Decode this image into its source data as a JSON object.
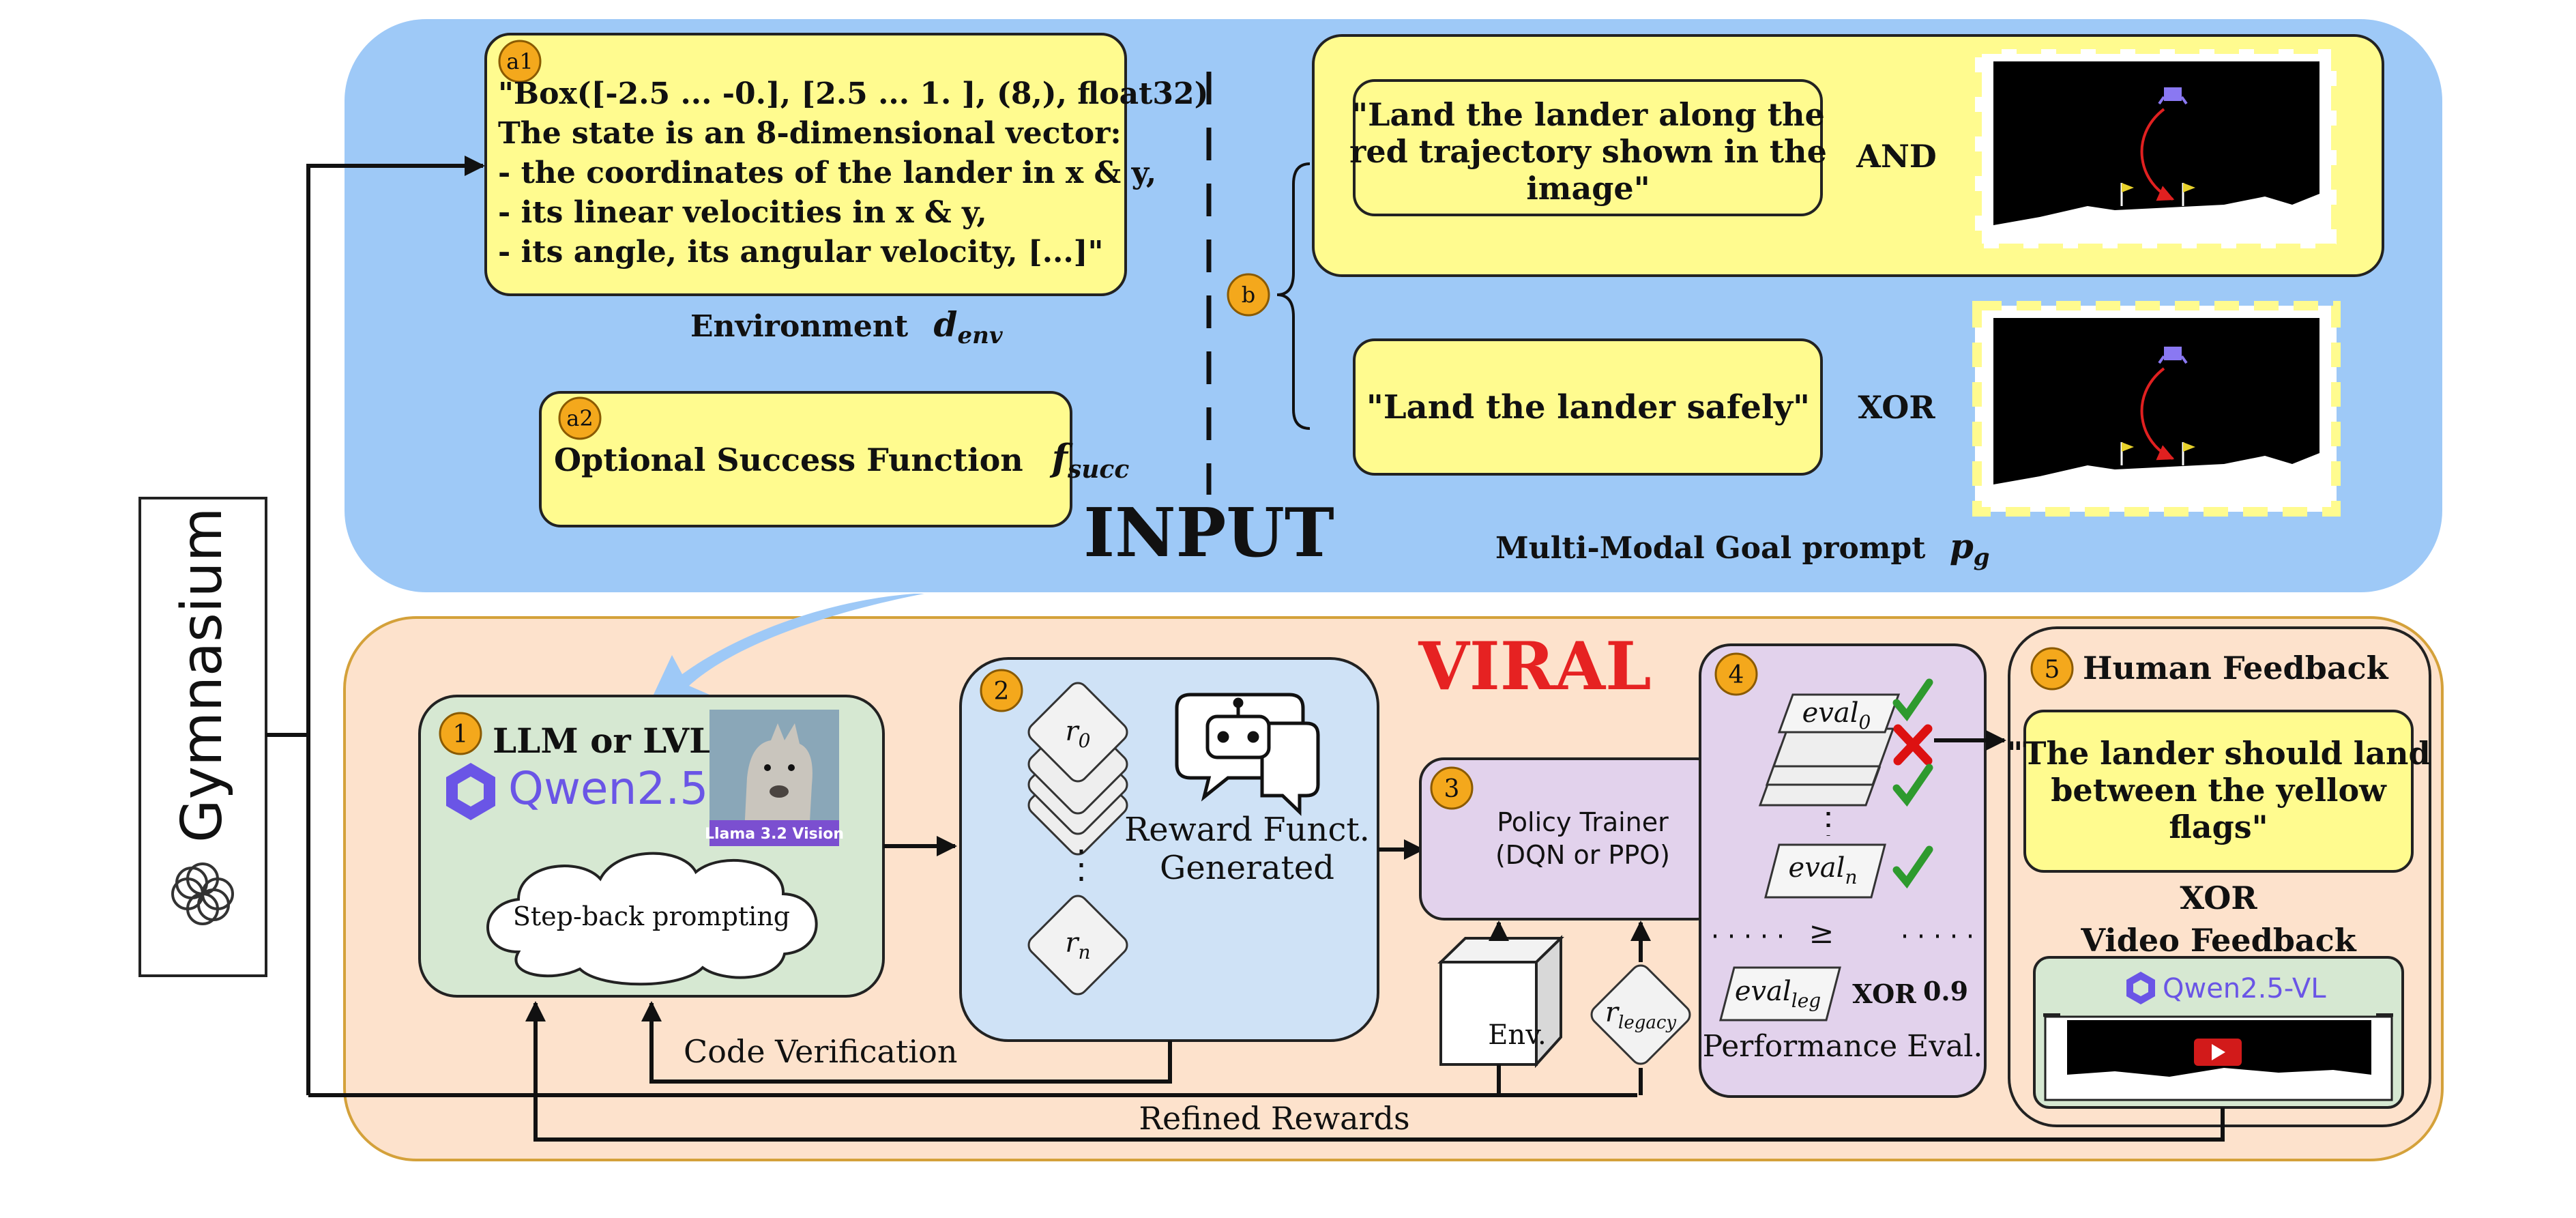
{
  "colors": {
    "input_panel": "#9ec9f7",
    "viral_panel": "#fde2cc",
    "viral_border": "#d4a13a",
    "note_yellow": "#fffb8f",
    "badge": "#f4a81c",
    "llm_box": "#d6e8d2",
    "reward_box": "#cfe2f6",
    "policy_box": "#e2d2ec",
    "viral_title": "#e62222",
    "check": "#2e9a2e",
    "cross": "#dd1111",
    "qwen_purple": "#6a55e6"
  },
  "gymnasium": {
    "label": "Gymnasium",
    "icon": "gymnasium-logo-icon"
  },
  "input": {
    "title": "INPUT",
    "env_badge": "a1",
    "env_lines": [
      "\"Box([-2.5 ... -0.], [2.5 ... 1. ], (8,), float32)",
      "The state is an 8-dimensional vector:",
      "- the coordinates of the lander in x & y,",
      "- its linear velocities in x & y,",
      "- its angle, its angular velocity, [...]\""
    ],
    "env_caption": "Environment",
    "env_symbol": "d",
    "env_symbol_sub": "env",
    "succ_badge": "a2",
    "succ_label": "Optional Success Function",
    "succ_symbol": "f",
    "succ_symbol_sub": "succ",
    "goal_badge": "b",
    "goal1_lines": [
      "\"Land the lander along the",
      "red trajectory shown in the",
      "image\""
    ],
    "goal1_op": "AND",
    "goal2_text": "\"Land the lander safely\"",
    "goal2_op": "XOR",
    "goal_caption": "Multi-Modal Goal prompt",
    "goal_symbol": "p",
    "goal_symbol_sub": "g"
  },
  "viral": {
    "title": "VIRAL",
    "step1": {
      "badge": "1",
      "title": "LLM or LVLM",
      "qwen_label": "Qwen2.5",
      "llama_label": "Llama 3.2 Vision",
      "cloud_label": "Step-back prompting"
    },
    "step2": {
      "badge": "2",
      "r0_base": "r",
      "r0_sub": "0",
      "rn_base": "r",
      "rn_sub": "n",
      "label_lines": [
        "Reward Funct.",
        "Generated"
      ]
    },
    "step3": {
      "badge": "3",
      "label_lines": [
        "Policy Trainer",
        "(DQN or PPO)"
      ],
      "env_label": "Env.",
      "legacy_base": "r",
      "legacy_sub": "legacy"
    },
    "step4": {
      "badge": "4",
      "eval0_base": "eval",
      "eval0_sub": "0",
      "evaln_base": "eval",
      "evaln_sub": "n",
      "evalleg_base": "eval",
      "evalleg_sub": "leg",
      "geq": "≥",
      "xor": "XOR",
      "threshold": "0.9",
      "label": "Performance Eval."
    },
    "step5": {
      "badge": "5",
      "title": "Human Feedback",
      "feedback_lines": [
        "\"The lander should land",
        "between the yellow",
        "flags\""
      ],
      "xor": "XOR",
      "video_title": "Video Feedback",
      "vl_label": "Qwen2.5-VL"
    },
    "code_verification": "Code Verification",
    "refined_rewards": "Refined Rewards"
  }
}
